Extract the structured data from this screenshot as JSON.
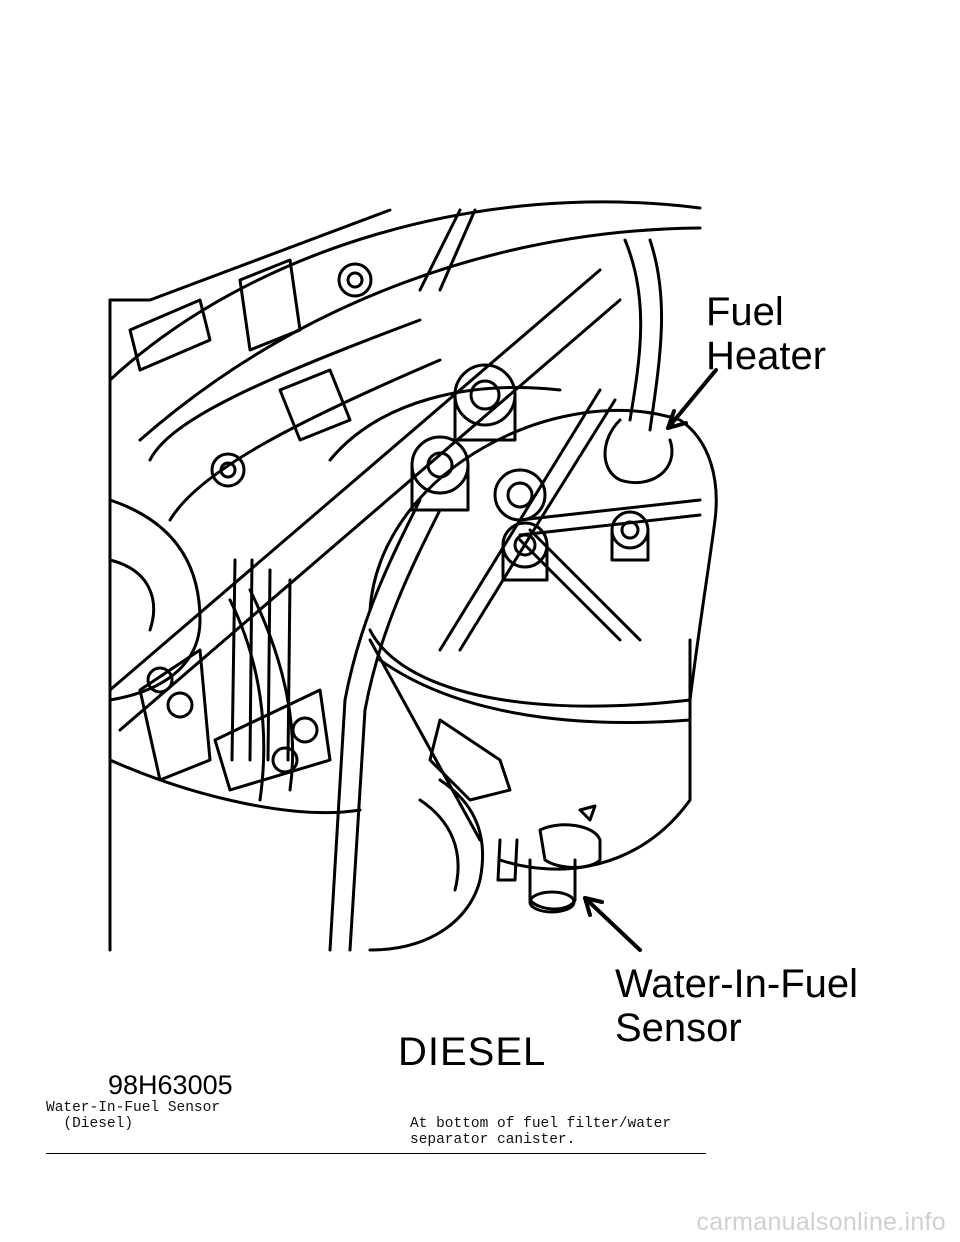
{
  "figure": {
    "callouts": {
      "fuel_heater": "Fuel\nHeater",
      "water_in_fuel_sensor": "Water-In-Fuel\nSensor"
    },
    "view_label": "DIESEL",
    "figure_code": "98H63005"
  },
  "table": {
    "component": "Water-In-Fuel Sensor\n  (Diesel)",
    "location": "At bottom of fuel filter/water\nseparator canister."
  },
  "watermark": "carmanualsonline.info"
}
